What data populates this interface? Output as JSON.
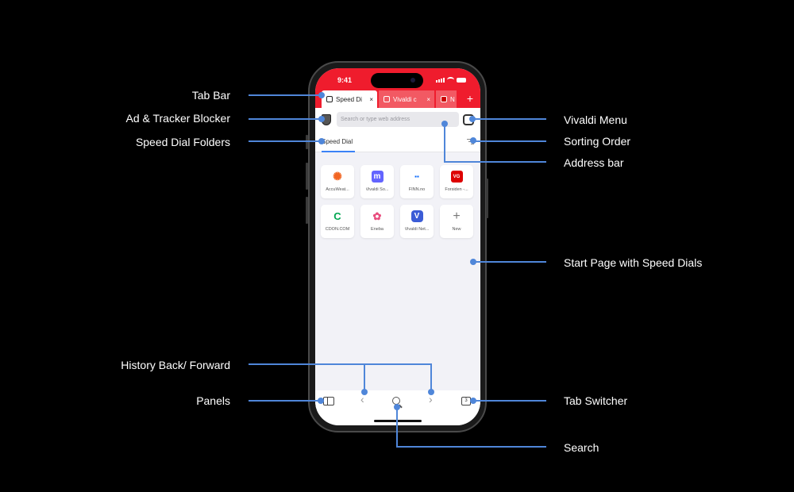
{
  "phone": {
    "status_time": "9:41",
    "tabs": [
      {
        "label": "Speed Di",
        "active": true
      },
      {
        "label": "Vivaldi c",
        "active": false
      },
      {
        "label": "N",
        "active": false
      }
    ],
    "new_tab_icon": "+",
    "close_icon": "×",
    "address_placeholder": "Search or type web address",
    "folder_tab": "Speed Dial",
    "speed_dials": [
      {
        "name": "AccuWeat...",
        "icon": "sun-icon",
        "color": "#f26522",
        "glyph": "✺"
      },
      {
        "name": "Vivaldi So...",
        "icon": "mastodon-icon",
        "color": "#6364ff",
        "glyph": "m"
      },
      {
        "name": "FINN.no",
        "icon": "finn-icon",
        "color": "#0063fb",
        "glyph": "▪▪"
      },
      {
        "name": "Forsiden -...",
        "icon": "vg-icon",
        "color": "#dd0000",
        "glyph": "VG"
      },
      {
        "name": "CDON.COM",
        "icon": "cdon-icon",
        "color": "#00a651",
        "glyph": "C"
      },
      {
        "name": "Eneba",
        "icon": "eneba-icon",
        "color": "#e84c7d",
        "glyph": "✿"
      },
      {
        "name": "Vivaldi Net...",
        "icon": "vivaldi-icon",
        "color": "#3b5cd6",
        "glyph": "V"
      },
      {
        "name": "New",
        "icon": "plus-icon",
        "color": "#ffffff",
        "glyph": "+"
      }
    ],
    "tab_count": "3",
    "back_glyph": "‹",
    "forward_glyph": "›"
  },
  "callouts": {
    "left": [
      {
        "label": "Tab Bar"
      },
      {
        "label": "Ad & Tracker Blocker"
      },
      {
        "label": "Speed Dial Folders"
      },
      {
        "label": "History Back/ Forward"
      },
      {
        "label": "Panels"
      }
    ],
    "right": [
      {
        "label": "Vivaldi Menu"
      },
      {
        "label": "Sorting Order"
      },
      {
        "label": "Address bar"
      },
      {
        "label": "Start Page with Speed Dials"
      },
      {
        "label": "Tab Switcher"
      },
      {
        "label": "Search"
      }
    ]
  },
  "colors": {
    "accent": "#ef1c2d",
    "callout": "#4f86d9"
  }
}
